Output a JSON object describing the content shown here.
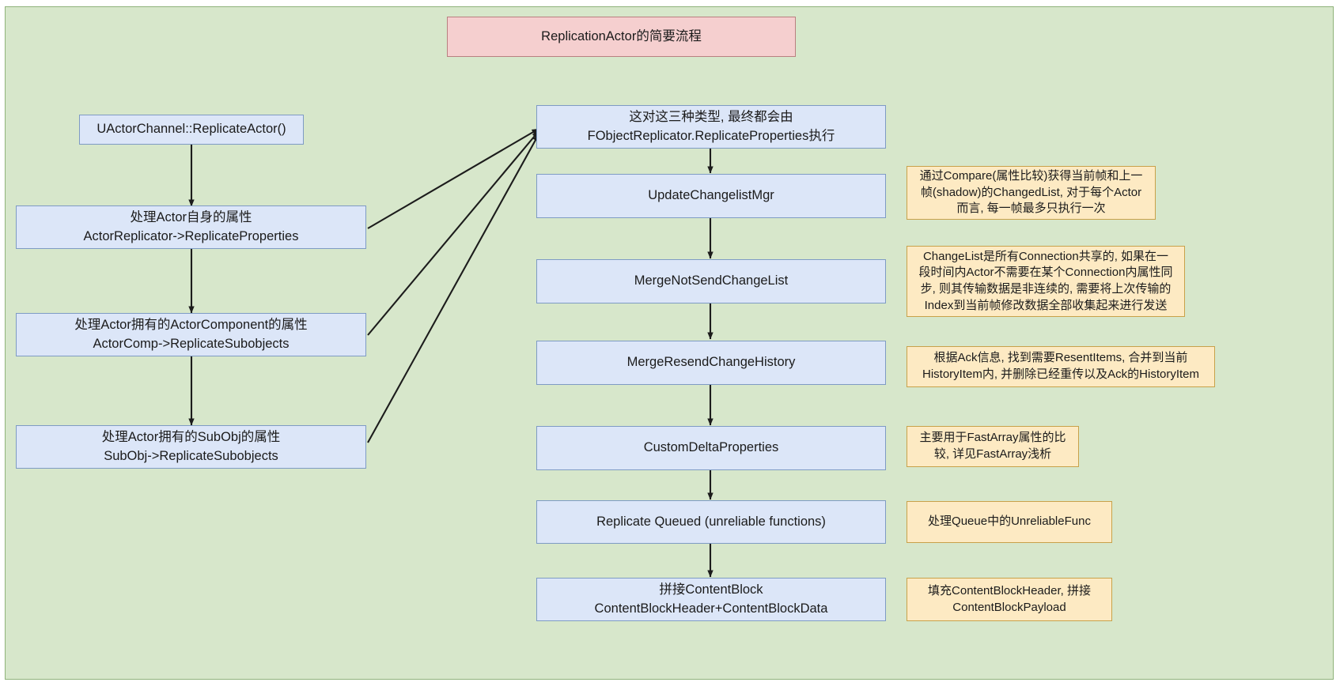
{
  "diagram": {
    "title": "ReplicationActor的简要流程",
    "background_color": "#d7e7cb",
    "title_fill": "#f5cfcf",
    "process_fill": "#dce6f8",
    "note_fill": "#fdeac3"
  },
  "left_column": [
    {
      "label": "UActorChannel::ReplicateActor()"
    },
    {
      "label": "处理Actor自身的属性\nActorReplicator->ReplicateProperties"
    },
    {
      "label": "处理Actor拥有的ActorComponent的属性\nActorComp->ReplicateSubobjects"
    },
    {
      "label": "处理Actor拥有的SubObj的属性\nSubObj->ReplicateSubobjects"
    }
  ],
  "right_column": [
    {
      "label": "这对这三种类型, 最终都会由\nFObjectReplicator.ReplicateProperties执行"
    },
    {
      "label": "UpdateChangelistMgr"
    },
    {
      "label": "MergeNotSendChangeList"
    },
    {
      "label": "MergeResendChangeHistory"
    },
    {
      "label": "CustomDeltaProperties"
    },
    {
      "label": "Replicate Queued (unreliable functions)"
    },
    {
      "label": "拼接ContentBlock\nContentBlockHeader+ContentBlockData"
    }
  ],
  "notes": [
    {
      "label": "通过Compare(属性比较)获得当前帧和上一\n帧(shadow)的ChangedList, 对于每个Actor\n而言, 每一帧最多只执行一次"
    },
    {
      "label": "ChangeList是所有Connection共享的, 如果在一\n段时间内Actor不需要在某个Connection内属性同\n步, 则其传输数据是非连续的, 需要将上次传输的\nIndex到当前帧修改数据全部收集起来进行发送"
    },
    {
      "label": "根据Ack信息, 找到需要ResentItems, 合并到当前\nHistoryItem内, 并删除已经重传以及Ack的HistoryItem"
    },
    {
      "label": "主要用于FastArray属性的比\n较, 详见FastArray浅析"
    },
    {
      "label": "处理Queue中的UnreliableFunc"
    },
    {
      "label": "填充ContentBlockHeader, 拼接\nContentBlockPayload"
    }
  ]
}
